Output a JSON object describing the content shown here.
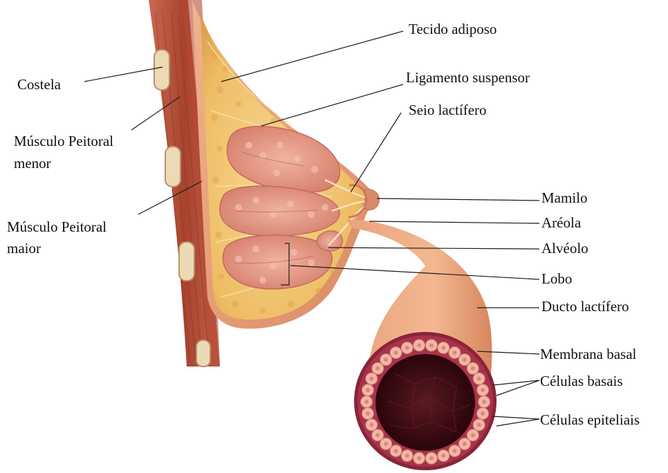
{
  "diagram": {
    "labels": {
      "tecido_adiposo": "Tecido adiposo",
      "costela": "Costela",
      "ligamento_suspensor": "Ligamento suspensor",
      "seio_lactifero": "Seio lactífero",
      "musculo_peitoral_menor_l1": "Músculo Peitoral",
      "musculo_peitoral_menor_l2": "menor",
      "musculo_peitoral_maior_l1": "Músculo Peitoral",
      "musculo_peitoral_maior_l2": "maior",
      "mamilo": "Mamilo",
      "areola": "Aréola",
      "alveolo": "Alvéolo",
      "lobo": "Lobo",
      "ducto_lactifero": "Ducto lactífero",
      "membrana_basal": "Membrana basal",
      "celulas_basais": "Células basais",
      "celulas_epiteliais": "Células epiteliais"
    },
    "colors": {
      "muscle": "#b5523a",
      "muscle_light": "#d98a6e",
      "skin": "#e8a27a",
      "fat": "#f1c46a",
      "fat_dark": "#d9a24a",
      "lobule": "#e49a88",
      "lobule_dark": "#c46a5c",
      "duct_wall": "#8a2438",
      "duct_lumen": "#3a0a10",
      "cell": "#f2b5a6",
      "leader_line": "#1a1a1a"
    }
  }
}
